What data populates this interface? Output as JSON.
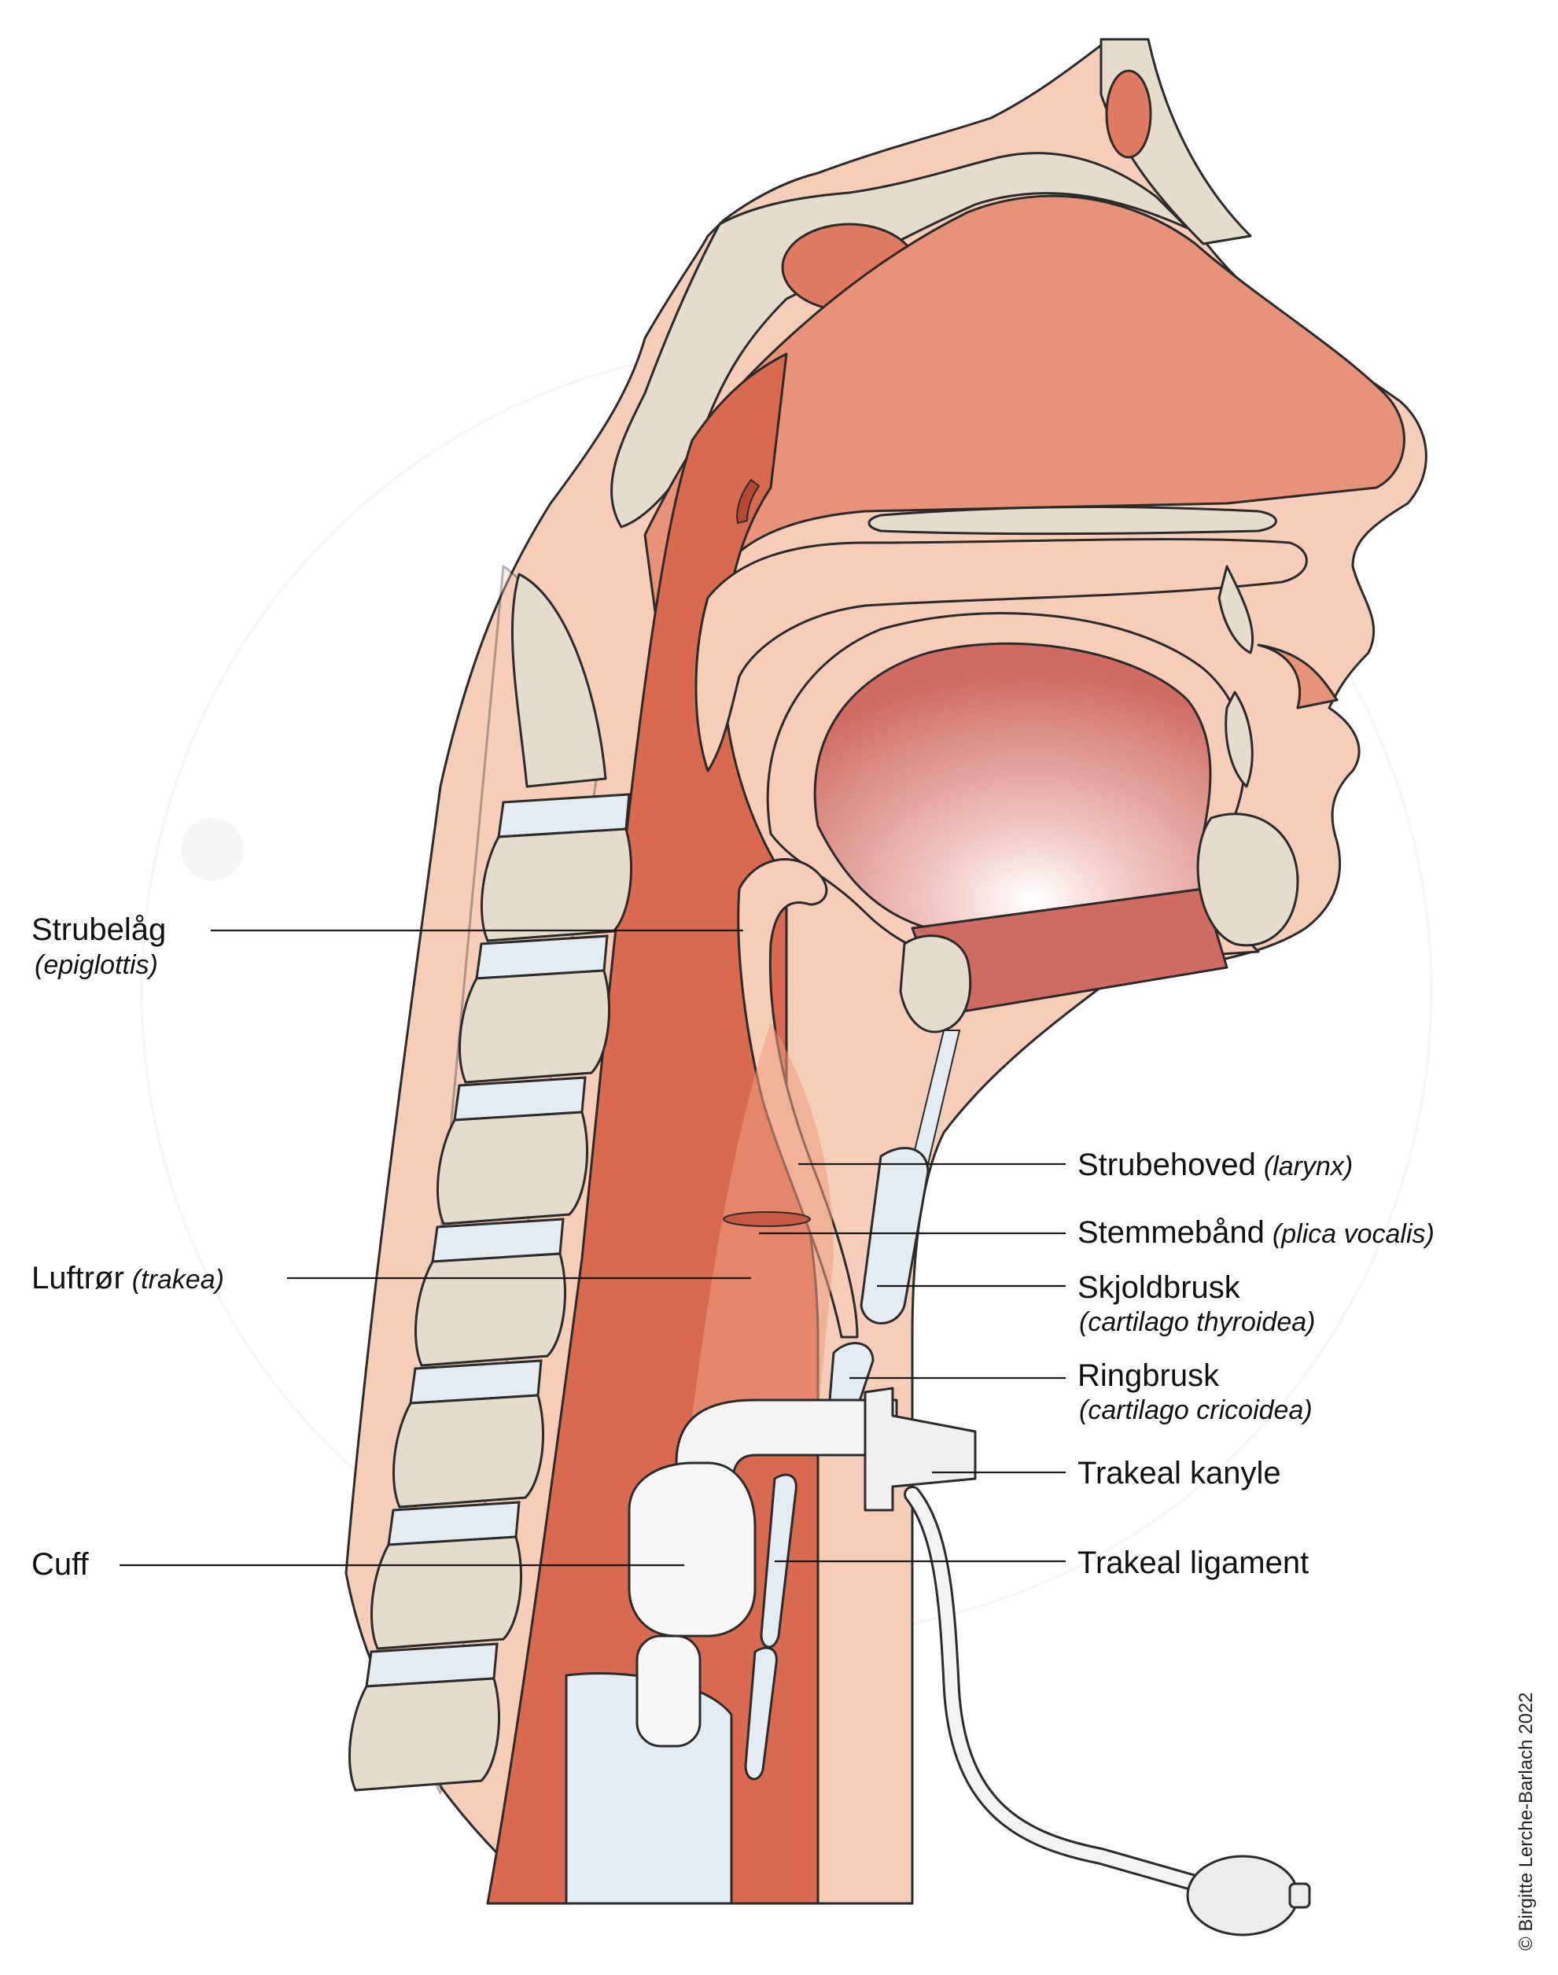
{
  "labels": {
    "epiglottis": {
      "name": "Strubelåg",
      "latin": "(epiglottis)"
    },
    "trachea": {
      "name": "Luftrør",
      "latin": "(trakea)"
    },
    "cuff": {
      "name": "Cuff"
    },
    "larynx": {
      "name": "Strubehoved",
      "latin": "(larynx)"
    },
    "vocal_cords": {
      "name": "Stemmebånd",
      "latin": "(plica vocalis)"
    },
    "thyroid_cartilage": {
      "name": "Skjoldbrusk",
      "latin": "(cartilago thyroidea)"
    },
    "cricoid_cartilage": {
      "name": "Ringbrusk",
      "latin": "(cartilago cricoidea)"
    },
    "tracheal_cannula": {
      "name": "Trakeal kanyle"
    },
    "tracheal_ligament": {
      "name": "Trakeal ligament"
    }
  },
  "copyright": "© Birgitte Lerche-Barlach 2022",
  "colors": {
    "skin": "#f6cdb8",
    "tissue": "#e9927a",
    "airway": "#d96a50",
    "bone": "#e6dccb",
    "disc": "#e3ecf3",
    "tongue": "#d9756e",
    "device": "#f3f3f3",
    "outline": "#2b2b2b"
  }
}
